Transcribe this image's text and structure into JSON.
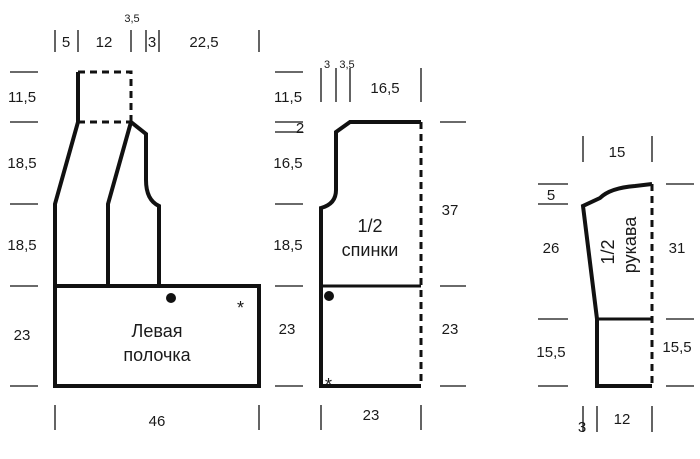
{
  "left_front": {
    "label_line1": "Левая",
    "label_line2": "полочка",
    "top_dims": [
      "5",
      "12",
      "3,5",
      "3",
      "22,5"
    ],
    "left_dims": [
      "11,5",
      "18,5",
      "18,5",
      "23"
    ],
    "right_dims": [
      "23"
    ],
    "bottom_dims": [
      "46"
    ]
  },
  "back_half": {
    "label_line1": "1/2",
    "label_line2": "спинки",
    "top_dims": [
      "3",
      "3,5",
      "16,5"
    ],
    "left_dims": [
      "11,5",
      "2",
      "16,5",
      "18,5"
    ],
    "right_dims": [
      "37",
      "23"
    ],
    "bottom_dims": [
      "23"
    ]
  },
  "sleeve_half": {
    "label_line1": "1/2",
    "label_line2": "рукава",
    "top_dims": [
      "15"
    ],
    "left_dims": [
      "5",
      "26",
      "15,5"
    ],
    "right_dims": [
      "31",
      "15,5"
    ],
    "bottom_dims": [
      "3",
      "12"
    ]
  },
  "markers": {
    "star": "*"
  }
}
